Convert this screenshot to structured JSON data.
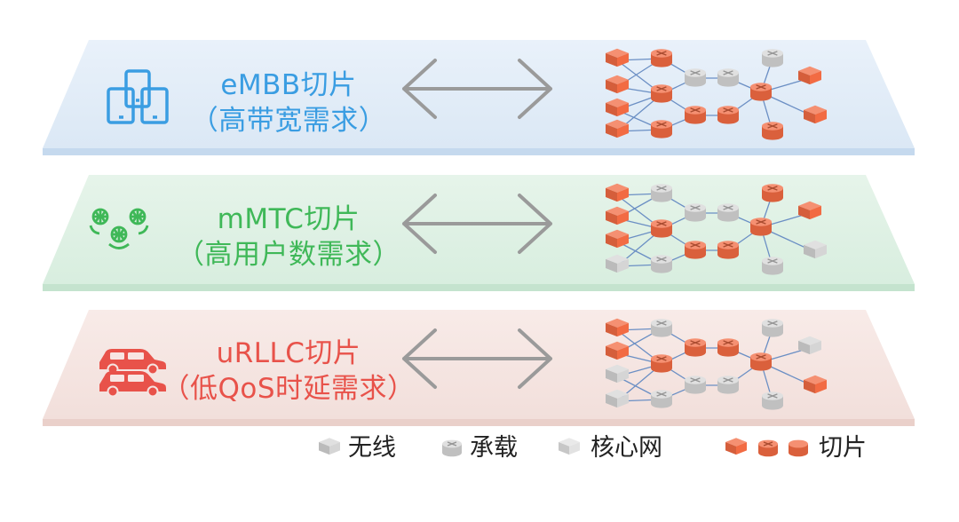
{
  "colors": {
    "embb": "#3a9de2",
    "mmtc": "#3fb858",
    "urllc": "#e8524a",
    "slice_node": "#f26b43",
    "gray_node": "#d5d5d5"
  },
  "slices": [
    {
      "id": "embb",
      "name": "eMBB切片",
      "desc": "（高带宽需求）",
      "icon": "tablet-devices-icon"
    },
    {
      "id": "mmtc",
      "name": "mMTC切片",
      "desc": "（高用户数需求）",
      "icon": "globe-hands-icon"
    },
    {
      "id": "urllc",
      "name": "uRLLC切片",
      "desc": "（低QoS时延需求）",
      "icon": "cars-icon"
    }
  ],
  "legend": {
    "wireless": "无线",
    "bearer": "承载",
    "core": "核心网",
    "slice": "切片"
  }
}
